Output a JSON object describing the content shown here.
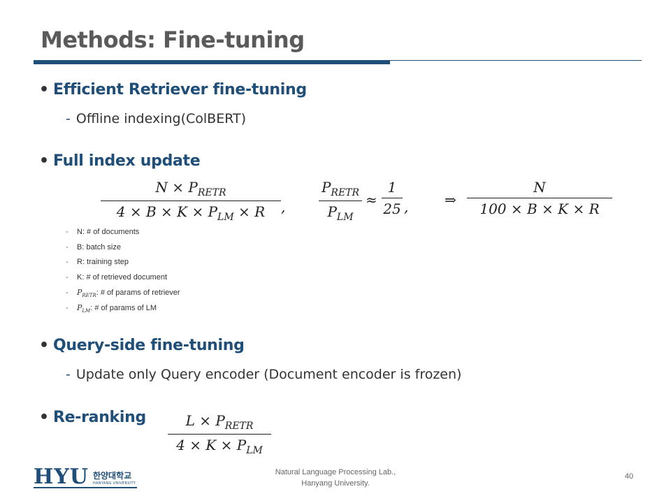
{
  "slide": {
    "title": "Methods: Fine-tuning",
    "bullets": {
      "b1": {
        "label": "Efficient Retriever fine-tuning",
        "sub": "Offline indexing(ColBERT)"
      },
      "b2": {
        "label": "Full index update"
      },
      "b3": {
        "label": "Query-side fine-tuning",
        "sub": "Update only Query encoder (Document encoder is frozen)"
      },
      "b4": {
        "label": "Re-ranking"
      }
    },
    "formulas": {
      "f1_num": "N × P",
      "f1_num_sub": "RETR",
      "f1_den": "4 × B × K × P",
      "f1_den_sub": "LM",
      "f1_den_tail": " × R",
      "f2_num": "P",
      "f2_num_sub": "RETR",
      "f2_den": "P",
      "f2_den_sub": "LM",
      "approx": "≈",
      "f2b_num": "1",
      "f2b_den": "25",
      "implies": "⇒",
      "f3_num": "N",
      "f3_den": "100 × B × K × R",
      "f4_num": "L × P",
      "f4_num_sub": "RETR",
      "f4_den": "4 × K × P",
      "f4_den_sub": "LM"
    },
    "definitions": [
      "N: # of documents",
      "B: batch size",
      "R: training step",
      "K: # of retrieved document",
      ": # of params of retriever",
      ": # of params of LM"
    ],
    "def_symbols": {
      "retr": "P",
      "retr_sub": "RETR",
      "lm": "P",
      "lm_sub": "LM"
    },
    "footer": {
      "lab_line1": "Natural Language Processing Lab.,",
      "lab_line2": "Hanyang University.",
      "page": "40"
    },
    "logo": {
      "text": "HYU",
      "korean": "한양대학교",
      "english": "HANYANG UNIVERSITY"
    },
    "colors": {
      "accent": "#1f4e79",
      "title": "#5a5a5a"
    }
  }
}
